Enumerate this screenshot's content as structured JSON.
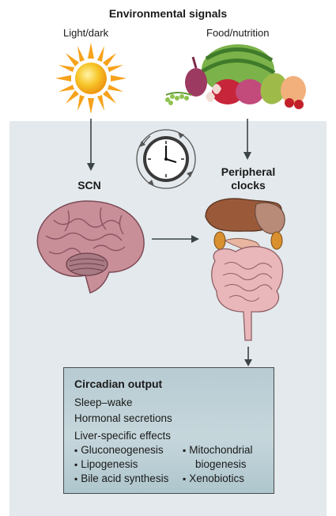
{
  "header": {
    "title": "Environmental signals",
    "light_label": "Light/dark",
    "food_label": "Food/nutrition"
  },
  "nodes": {
    "scn_label": "SCN",
    "peripheral_label_line1": "Peripheral",
    "peripheral_label_line2": "clocks"
  },
  "output": {
    "title": "Circadian output",
    "items": [
      "Sleep–wake",
      "Hormonal secretions",
      "Liver-specific effects"
    ],
    "bullets_left": [
      "Gluconeogenesis",
      "Lipogenesis",
      "Bile acid synthesis"
    ],
    "bullets_right_line1": "Mitochondrial",
    "bullets_right_line2": "biogenesis",
    "bullets_right_last": "Xenobiotics"
  },
  "colors": {
    "panel": "#e3e9ec",
    "arrow": "#3b4448",
    "sun": "#f6b21b",
    "brain": "#c98f99",
    "box": "#b9ccd3"
  },
  "icons": [
    "sun-icon",
    "food-icon",
    "clock-icon",
    "brain-icon",
    "organs-icon"
  ]
}
